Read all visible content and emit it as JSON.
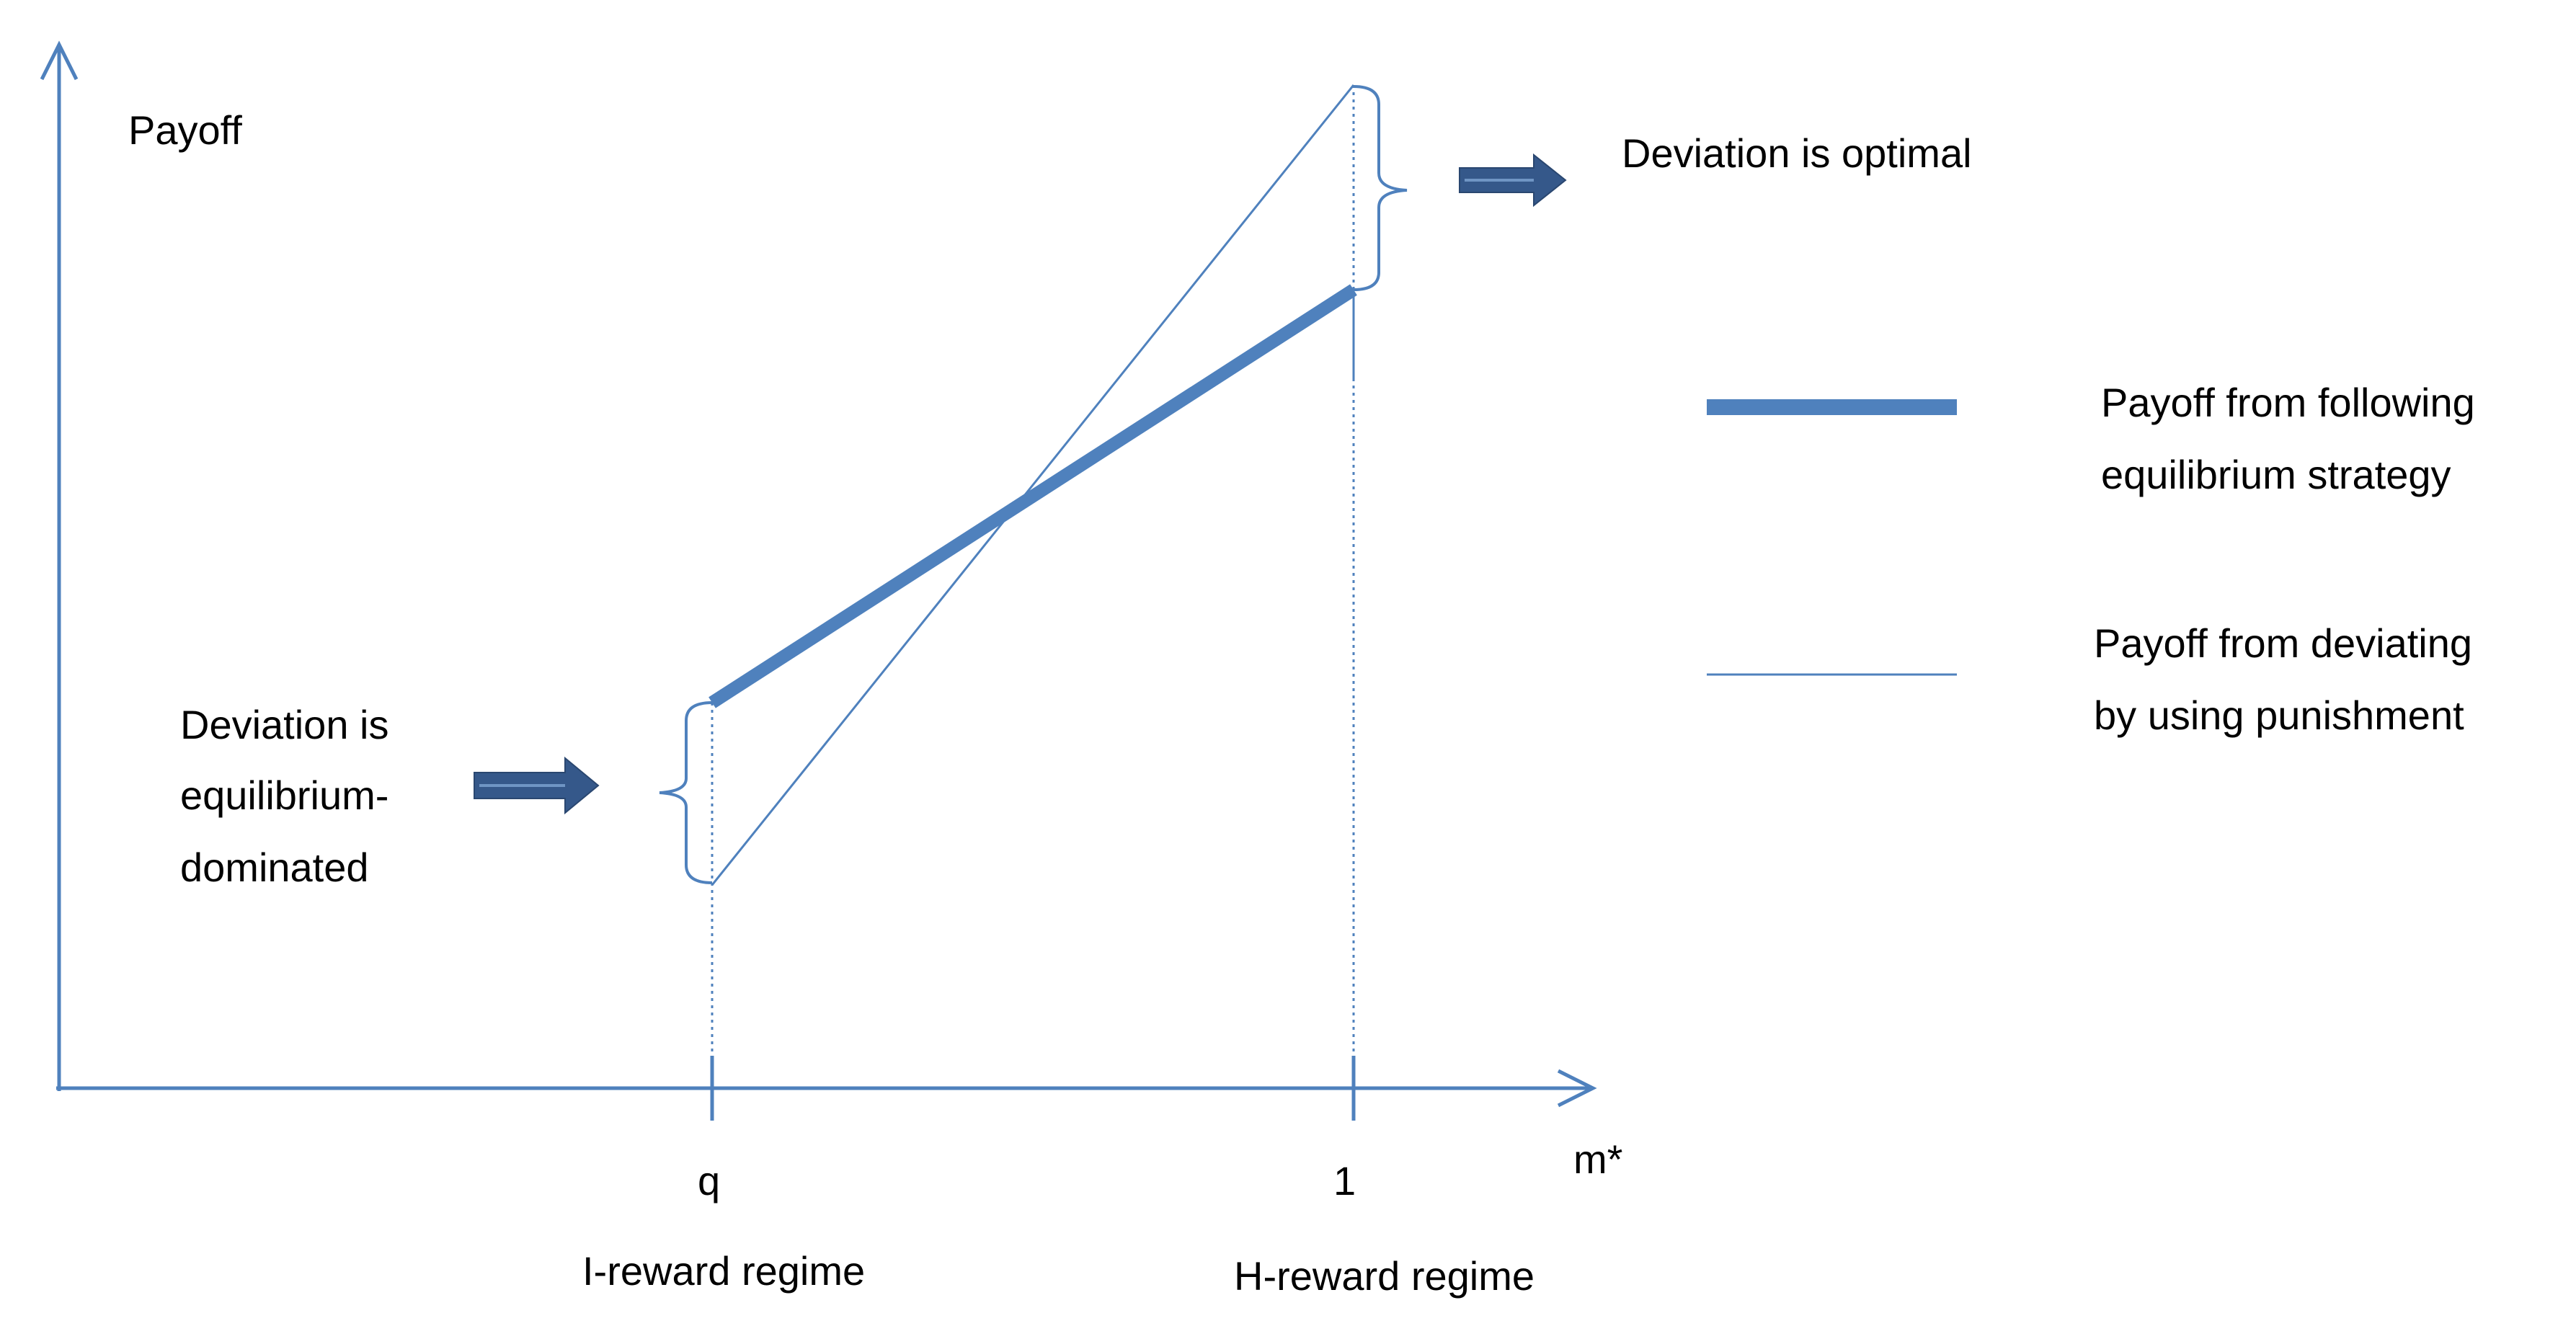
{
  "axes": {
    "y_label": "Payoff",
    "x_label": "m*",
    "x_ticks": [
      {
        "value": "q",
        "regime": "I-reward regime"
      },
      {
        "value": "1",
        "regime": "H-reward regime"
      }
    ]
  },
  "annotations": {
    "top_right": "Deviation is optimal",
    "left_lines": [
      "Deviation is",
      "equilibrium-",
      "dominated"
    ]
  },
  "legend": {
    "equilibrium_lines": [
      "Payoff from following",
      "equilibrium strategy"
    ],
    "deviating_lines": [
      "Payoff from deviating",
      "by using punishment"
    ]
  },
  "colors": {
    "axis": "#4f81bd",
    "arrow": "#35588a",
    "line": "#4f81bd"
  }
}
